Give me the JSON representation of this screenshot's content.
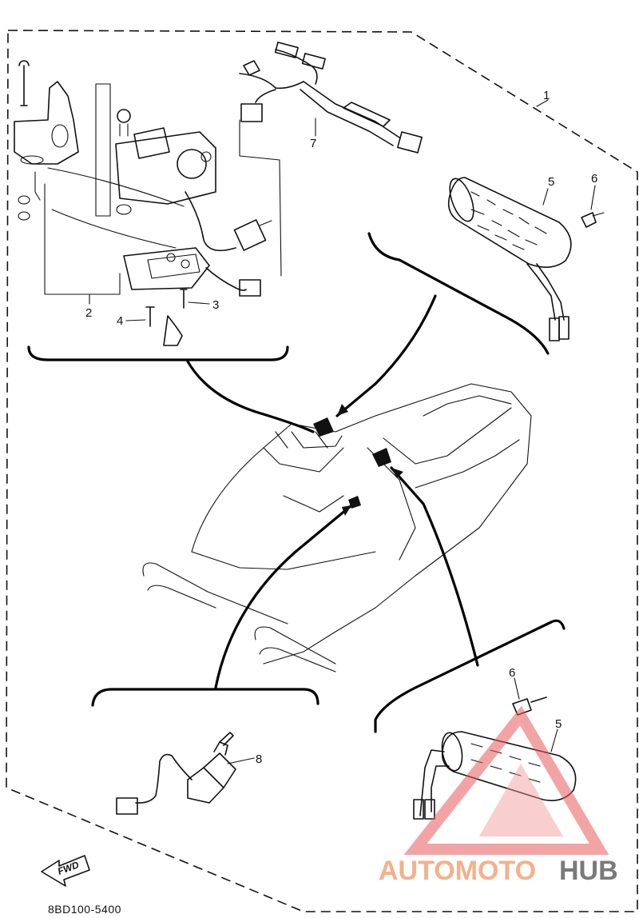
{
  "callouts": {
    "c1": "1",
    "c2": "2",
    "c3": "3",
    "c4": "4",
    "c5a": "5",
    "c6a": "6",
    "c7": "7",
    "c8": "8",
    "c6b": "6",
    "c5b": "5"
  },
  "fwd_label": "FWD",
  "diagram_code": "8BD100-5400",
  "watermark": {
    "part1": "AUTOMOTO",
    "part2": "HUB",
    "color1": "#f6b08a",
    "color2": "#7a7a7a",
    "triangle_color": "#e85a5a"
  },
  "colors": {
    "ink": "#111111",
    "background": "#ffffff"
  }
}
